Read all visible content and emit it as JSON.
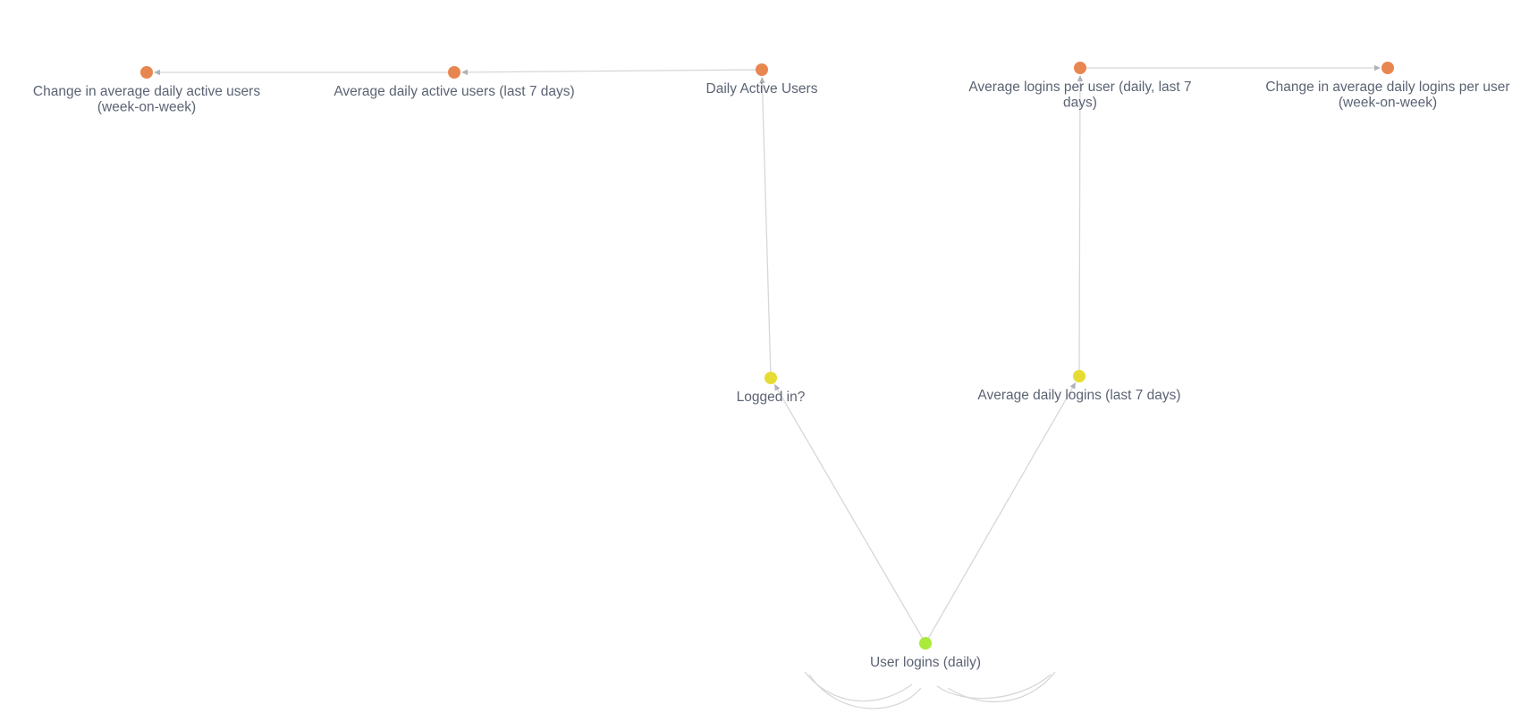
{
  "nodes": [
    {
      "id": "change-dau",
      "label_lines": [
        "Change in average daily active users",
        "(week-on-week)"
      ],
      "color": "#e8864f"
    },
    {
      "id": "avg-dau",
      "label_lines": [
        "Average daily active users (last 7 days)"
      ],
      "color": "#e8864f"
    },
    {
      "id": "dau",
      "label_lines": [
        "Daily Active Users"
      ],
      "color": "#e8864f"
    },
    {
      "id": "avg-logins-per-user",
      "label_lines": [
        "Average logins per user (daily, last 7",
        "days)"
      ],
      "color": "#e8864f"
    },
    {
      "id": "change-logins-per-user",
      "label_lines": [
        "Change in average daily logins per user",
        "(week-on-week)"
      ],
      "color": "#e8864f"
    },
    {
      "id": "logged-in",
      "label_lines": [
        "Logged in?"
      ],
      "color": "#e6dc34"
    },
    {
      "id": "avg-daily-logins",
      "label_lines": [
        "Average daily logins (last 7 days)"
      ],
      "color": "#e6dc34"
    },
    {
      "id": "user-logins",
      "label_lines": [
        "User logins (daily)"
      ],
      "color": "#a9ea3a"
    }
  ],
  "edges": [
    {
      "from": "avg-dau",
      "to": "change-dau"
    },
    {
      "from": "dau",
      "to": "avg-dau"
    },
    {
      "from": "logged-in",
      "to": "dau"
    },
    {
      "from": "avg-daily-logins",
      "to": "avg-logins-per-user"
    },
    {
      "from": "avg-logins-per-user",
      "to": "change-logins-per-user"
    },
    {
      "from": "user-logins",
      "to": "logged-in"
    },
    {
      "from": "user-logins",
      "to": "avg-daily-logins"
    }
  ]
}
